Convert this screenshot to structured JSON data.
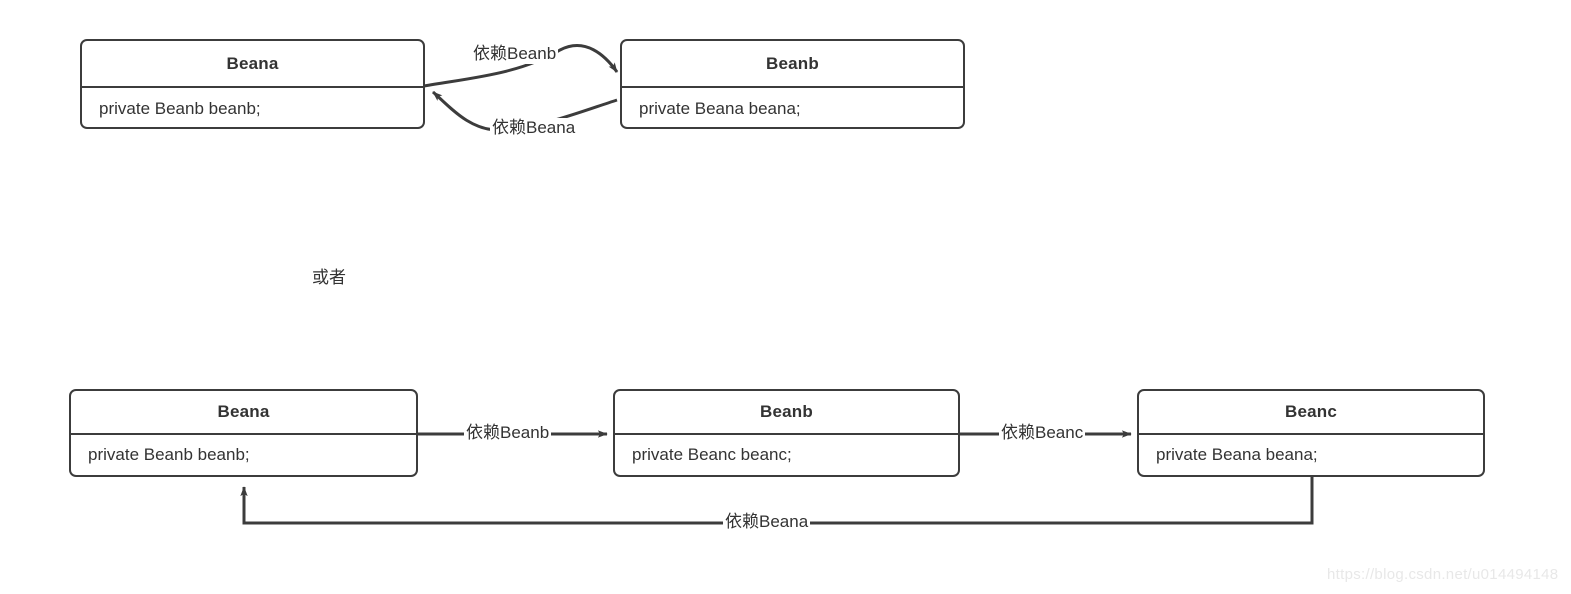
{
  "diagram": {
    "note": "或者",
    "watermark": "https://blog.csdn.net/u014494148",
    "colors": {
      "stroke": "#3c3c3c",
      "text": "#333333",
      "background": "#ffffff",
      "watermark": "#e8e8e8"
    },
    "top_section": {
      "boxes": [
        {
          "title": "Beana",
          "field": "private Beanb beanb;"
        },
        {
          "title": "Beanb",
          "field": "private Beana beana;"
        }
      ],
      "edges": [
        {
          "label": "依赖Beanb",
          "from": "Beana",
          "to": "Beanb"
        },
        {
          "label": "依赖Beana",
          "from": "Beanb",
          "to": "Beana"
        }
      ]
    },
    "bottom_section": {
      "boxes": [
        {
          "title": "Beana",
          "field": "private Beanb beanb;"
        },
        {
          "title": "Beanb",
          "field": "private Beanc beanc;"
        },
        {
          "title": "Beanc",
          "field": "private Beana beana;"
        }
      ],
      "edges": [
        {
          "label": "依赖Beanb",
          "from": "Beana",
          "to": "Beanb"
        },
        {
          "label": "依赖Beanc",
          "from": "Beanb",
          "to": "Beanc"
        },
        {
          "label": "依赖Beana",
          "from": "Beanc",
          "to": "Beana"
        }
      ]
    }
  }
}
